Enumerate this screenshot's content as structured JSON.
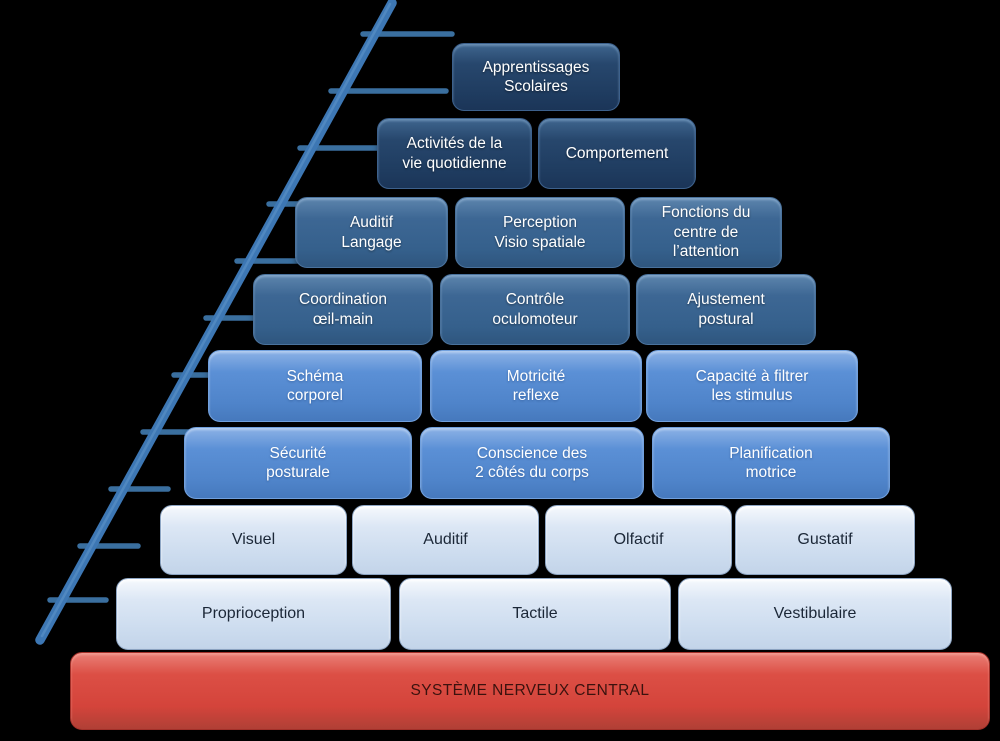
{
  "background_color": "#000000",
  "palette": {
    "tier_dark": "#1f3c60",
    "tier_medium_dark": "#35608c",
    "tier_medium": "#4f84ca",
    "tier_light": "#cbdbee",
    "base_red": "#d4443b",
    "ladder_blue": "#3d77b4",
    "text_light": "#ffffff",
    "text_dark": "#1b2737",
    "text_red_bar": "#3b120e"
  },
  "pyramid": {
    "levels": [
      {
        "tier": "dark",
        "boxes": [
          "Apprentissages\nScolaires"
        ]
      },
      {
        "tier": "dark",
        "boxes": [
          "Activités de la\nvie quotidienne",
          "Comportement"
        ]
      },
      {
        "tier": "mdark",
        "boxes": [
          "Auditif\nLangage",
          "Perception\nVisio spatiale",
          "Fonctions du\ncentre de\nl’attention"
        ]
      },
      {
        "tier": "mdark",
        "boxes": [
          "Coordination\nœil-main",
          "Contrôle\noculomoteur",
          "Ajustement\npostural"
        ]
      },
      {
        "tier": "med",
        "boxes": [
          "Schéma\ncorporel",
          "Motricité\nreflexe",
          "Capacité à filtrer\nles stimulus"
        ]
      },
      {
        "tier": "med",
        "boxes": [
          "Sécurité\nposturale",
          "Conscience des\n2 côtés du corps",
          "Planification\nmotrice"
        ]
      },
      {
        "tier": "light",
        "boxes": [
          "Visuel",
          "Auditif",
          "Olfactif",
          "Gustatif"
        ]
      },
      {
        "tier": "light",
        "boxes": [
          "Proprioception",
          "Tactile",
          "Vestibulaire"
        ]
      },
      {
        "tier": "base",
        "boxes": [
          "SYSTÈME NERVEUX CENTRAL"
        ]
      }
    ]
  }
}
